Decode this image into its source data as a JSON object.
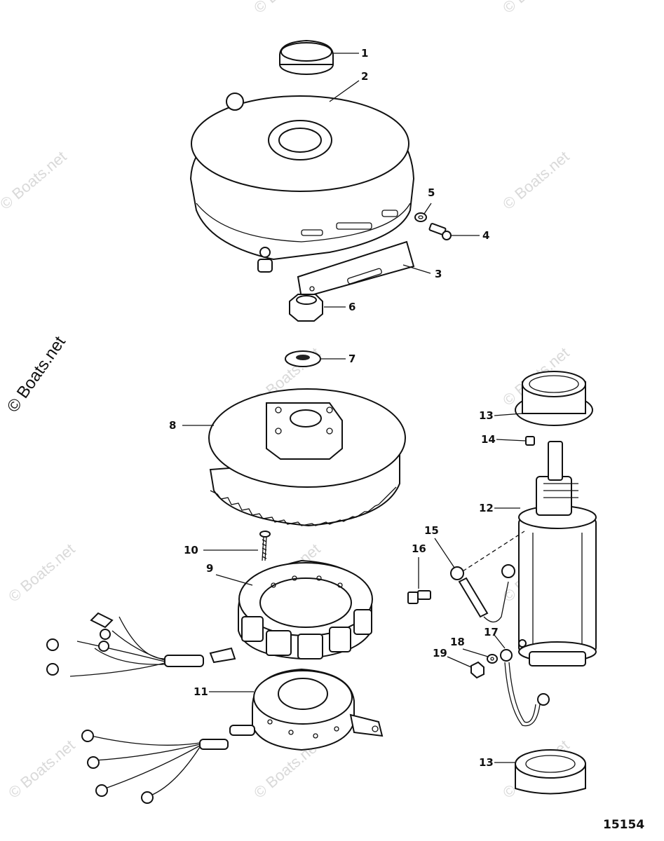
{
  "watermark": "© Boats.net",
  "drawing_number": "15154",
  "callouts": [
    "1",
    "2",
    "3",
    "4",
    "5",
    "6",
    "7",
    "8",
    "9",
    "10",
    "11",
    "12",
    "13",
    "13",
    "14",
    "15",
    "16",
    "17",
    "18",
    "19"
  ]
}
